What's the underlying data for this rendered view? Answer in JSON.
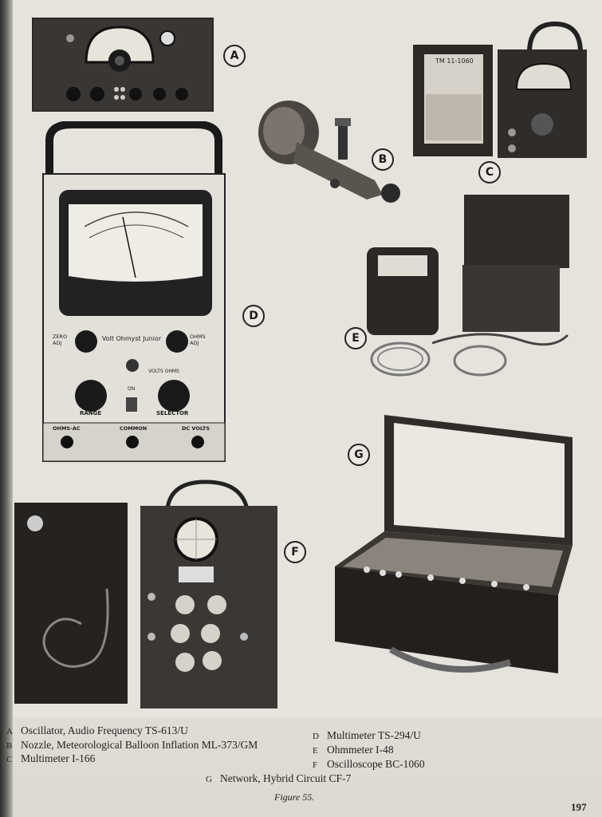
{
  "labels": {
    "a": "A",
    "b": "B",
    "c": "C",
    "d": "D",
    "e": "E",
    "f": "F",
    "g": "G"
  },
  "meter_text": {
    "brand": "Volt Ohmyst Junior",
    "zero_adj": "ZERO ADJ",
    "ohms_adj": "OHMS ADJ",
    "range": "RANGE",
    "selector": "SELECTOR",
    "on": "ON",
    "ohms_ac": "OHMS-AC",
    "common": "COMMON",
    "dc_volts": "DC VOLTS",
    "volts_ohms": "VOLTS OHMS"
  },
  "manual_tag": "TM 11-1060",
  "captions": [
    {
      "letter": "A",
      "text": "Oscillator, Audio Frequency TS-613/U"
    },
    {
      "letter": "B",
      "text": "Nozzle, Meteorological Balloon Inflation ML-373/GM"
    },
    {
      "letter": "C",
      "text": "Multimeter I-166"
    },
    {
      "letter": "D",
      "text": "Multimeter TS-294/U"
    },
    {
      "letter": "E",
      "text": "Ohmmeter I-48"
    },
    {
      "letter": "F",
      "text": "Oscilloscope BC-1060"
    },
    {
      "letter": "G",
      "text": "Network, Hybrid Circuit CF-7"
    }
  ],
  "figure_label": "Figure 55.",
  "page_number": "197"
}
